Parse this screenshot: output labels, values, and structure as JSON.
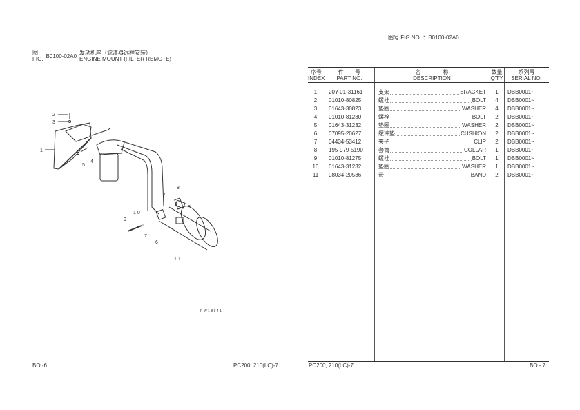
{
  "left_page": {
    "fig_label_cn": "图",
    "fig_label_en": "FIG.",
    "fig_no": "B0100-02A0",
    "title_cn": "发动机座（滤清器远程安装）",
    "title_en": "ENGINE MOUNT (FILTER REMOTE)",
    "drawing_id": "PW18941",
    "callouts": [
      "1",
      "2",
      "3",
      "4",
      "5",
      "6",
      "6",
      "7",
      "7",
      "8",
      "9",
      "10",
      "11"
    ],
    "page": "BO -6",
    "model": "PC200, 210(LC)-7"
  },
  "right_page": {
    "fig_no_label": "图号 FIG NO. ：B0100-02A0",
    "headers": {
      "index_cn": "序号",
      "index_en": "INDEX",
      "part_cn": "件　　号",
      "part_en": "PART NO.",
      "desc_cn": "名　　　　称",
      "desc_en": "DESCRIPTION",
      "qty_cn": "数量",
      "qty_en": "Q'TY",
      "serial_cn": "系列号",
      "serial_en": "SERIAL NO."
    },
    "rows": [
      {
        "index": "1",
        "part": "20Y-01-31161",
        "cn": "支架",
        "en": "BRACKET",
        "qty": "1",
        "serial": "DBB0001~"
      },
      {
        "index": "2",
        "part": "01010-80825",
        "cn": "螺栓",
        "en": "BOLT",
        "qty": "4",
        "serial": "DBB0001~"
      },
      {
        "index": "3",
        "part": "01643-30823",
        "cn": "垫圈",
        "en": "WASHER",
        "qty": "4",
        "serial": "DBB0001~"
      },
      {
        "index": "4",
        "part": "01010-81230",
        "cn": "螺栓",
        "en": "BOLT",
        "qty": "2",
        "serial": "DBB0001~"
      },
      {
        "index": "5",
        "part": "01643-31232",
        "cn": "垫圈",
        "en": "WASHER",
        "qty": "2",
        "serial": "DBB0001~"
      },
      {
        "index": "6",
        "part": "07095-20627",
        "cn": "缓冲垫",
        "en": "CUSHION",
        "qty": "2",
        "serial": "DBB0001~"
      },
      {
        "index": "7",
        "part": "04434-53412",
        "cn": "夹子",
        "en": "CLIP",
        "qty": "2",
        "serial": "DBB0001~"
      },
      {
        "index": "8",
        "part": "195-979-5190",
        "cn": "套筒",
        "en": "COLLAR",
        "qty": "1",
        "serial": "DBB0001~"
      },
      {
        "index": "9",
        "part": "01010-81275",
        "cn": "螺栓",
        "en": "BOLT",
        "qty": "1",
        "serial": "DBB0001~"
      },
      {
        "index": "10",
        "part": "01643-31232",
        "cn": "垫圈",
        "en": "WASHER",
        "qty": "1",
        "serial": "DBB0001~"
      },
      {
        "index": "11",
        "part": "08034-20536",
        "cn": "带",
        "en": "BAND",
        "qty": "2",
        "serial": "DBB0001~"
      }
    ],
    "model": "PC200, 210(LC)-7",
    "page": "BO - 7"
  }
}
